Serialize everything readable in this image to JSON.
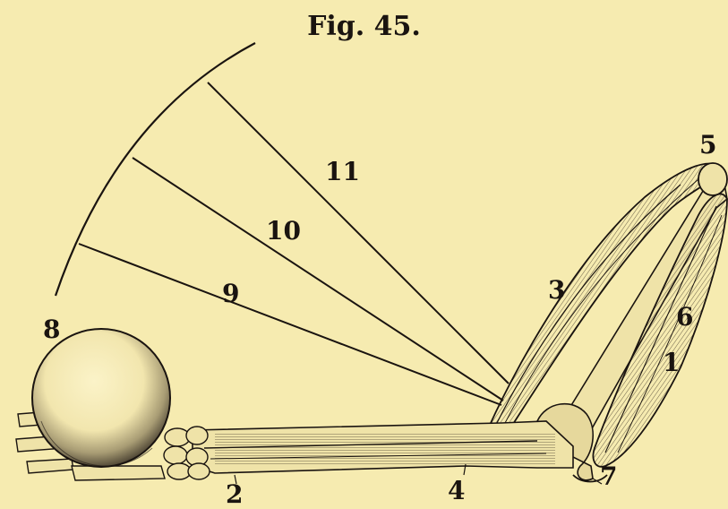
{
  "figure": {
    "title": "Fig. 45.",
    "labels": {
      "n1": "1",
      "n2": "2",
      "n3": "3",
      "n4": "4",
      "n5": "5",
      "n6": "6",
      "n7": "7",
      "n8": "8",
      "n9": "9",
      "n10": "10",
      "n11": "11"
    }
  },
  "colors": {
    "paper": "#f6ebb0",
    "ink": "#1a1410",
    "shade": "#8c8468"
  }
}
